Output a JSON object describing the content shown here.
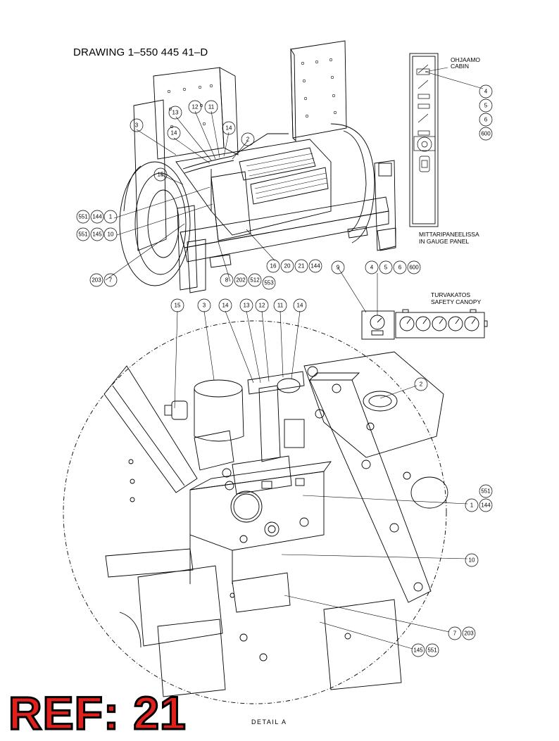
{
  "drawing_title": "DRAWING 1–550 445 41–D",
  "labels": {
    "cabin_fi": "OHJAAMO",
    "cabin_en": "CABIN",
    "gauge_fi": "MITTARIPANEELISSA",
    "gauge_en": "IN GAUGE PANEL",
    "canopy_fi": "TURVAKATOS",
    "canopy_en": "SAFETY CANOPY",
    "detail": "DETAIL A",
    "ref_badge": "REF: 21"
  },
  "callouts": {
    "top_view": [
      "3",
      "13",
      "12",
      "11",
      "14",
      "14",
      "15",
      "2",
      "551",
      "144",
      "1",
      "551",
      "145",
      "10",
      "203",
      "7",
      "16",
      "20",
      "21",
      "144",
      "8",
      "202",
      "512",
      "553"
    ],
    "cabin_panel": [
      "4",
      "5",
      "6",
      "600"
    ],
    "gauge_row": [
      "9",
      "4",
      "5",
      "6",
      "600"
    ],
    "detail_top": [
      "15",
      "3",
      "14",
      "13",
      "12",
      "11",
      "14",
      "2"
    ],
    "detail_right": [
      "551",
      "1",
      "144",
      "10",
      "7",
      "203",
      "145",
      "551"
    ]
  },
  "colors": {
    "line": "#000000",
    "ref_fill": "#e0201c",
    "background": "#ffffff"
  }
}
